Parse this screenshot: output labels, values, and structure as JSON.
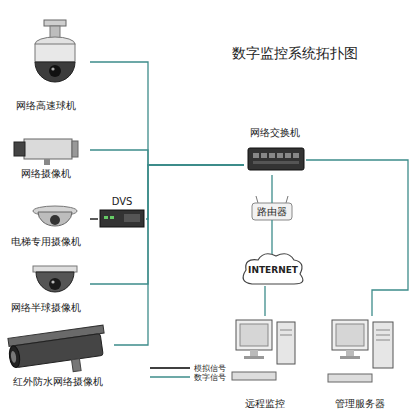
{
  "diagram": {
    "title": "数字监控系统拓扑图",
    "nodes": [
      {
        "text": [
          "网络高速球机"
        ]
      },
      {
        "text": [
          "网络摄像机"
        ]
      },
      {
        "text": [
          "DVS"
        ]
      },
      {
        "text": [
          "电梯专用摄像机"
        ]
      },
      {
        "text": [
          "网络半球摄像机"
        ]
      },
      {
        "text": [
          "红外防水网络摄像机"
        ]
      },
      {
        "text": [
          "网络交换机"
        ]
      },
      {
        "text": [
          "路由器"
        ]
      },
      {
        "text": [
          "INTERNET"
        ]
      },
      {
        "text": [
          "远程监控"
        ]
      },
      {
        "text": [
          "管理服务器"
        ]
      }
    ],
    "edges": [
      {
        "from": 0,
        "to": 6,
        "arrow": "none"
      },
      {
        "from": 1,
        "to": 6,
        "arrow": "none"
      },
      {
        "from": 3,
        "to": 2,
        "arrow": "none"
      },
      {
        "from": 2,
        "to": 6,
        "arrow": "none"
      },
      {
        "from": 4,
        "to": 6,
        "arrow": "none"
      },
      {
        "from": 5,
        "to": 6,
        "arrow": "none"
      },
      {
        "from": 6,
        "to": 7,
        "arrow": "none"
      },
      {
        "from": 7,
        "to": 8,
        "arrow": "none"
      },
      {
        "from": 8,
        "to": 9,
        "arrow": "none"
      },
      {
        "from": 6,
        "to": 10,
        "arrow": "none"
      }
    ],
    "legend": [
      {
        "text": "模拟信号"
      },
      {
        "text": "数字信号"
      }
    ]
  }
}
